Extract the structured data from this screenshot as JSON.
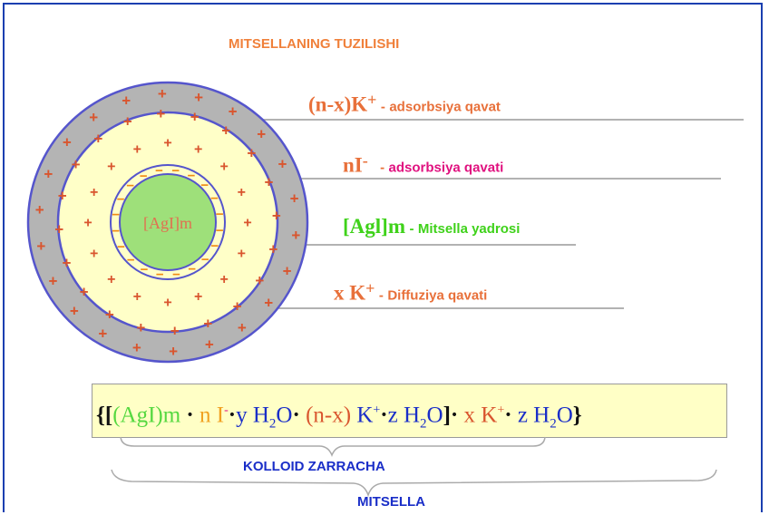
{
  "title": "MITSELLANING TUZILISHI",
  "core_label": "[AgI]m",
  "layers": [
    {
      "symbol": "(n-x)K",
      "sup": "+",
      "dash": "-",
      "text": "adsorbsiya qavat"
    },
    {
      "symbol": "nI",
      "sup": "-",
      "dash": "-",
      "text": "adsorbsiya qavati"
    },
    {
      "symbol": "[Agl]m",
      "sup": "",
      "dash": "-",
      "text": "Mitsella yadrosi"
    },
    {
      "symbol": "x K",
      "sup": "+",
      "dash": "-",
      "text": "Diffuziya qavati"
    }
  ],
  "formula": {
    "brace_open": "{[",
    "agi": "(AgI)m",
    "dot1": "·",
    "ni": "n I",
    "ni_sup": "-",
    "dot2": "·",
    "yh2o": "y H",
    "yh2o_sub": "2",
    "yh2o_o": "O",
    "dot3": "·",
    "nx": "(n-x)",
    "k1": "K",
    "k1_sup": "+",
    "dot4": "·",
    "zh2o1": "z H",
    "zh2o1_sub": "2",
    "zh2o1_o": "O",
    "bracket_close": "]",
    "dot5": "·",
    "xk": "x K",
    "xk_sup": "+",
    "dot6": "·",
    "zh2o2": "z H",
    "zh2o2_sub": "2",
    "zh2o2_o": "O",
    "brace_close": "}"
  },
  "kolloid_label": "KOLLOID ZARRACHA",
  "mitsella_label": "MITSELLA",
  "colors": {
    "outer_ring": "#b4b4b4",
    "middle_ring": "#ffffc8",
    "core": "#9ee07a",
    "circle_stroke": "#5555cc",
    "plus": "#d9552e",
    "minus": "#f08a14"
  }
}
